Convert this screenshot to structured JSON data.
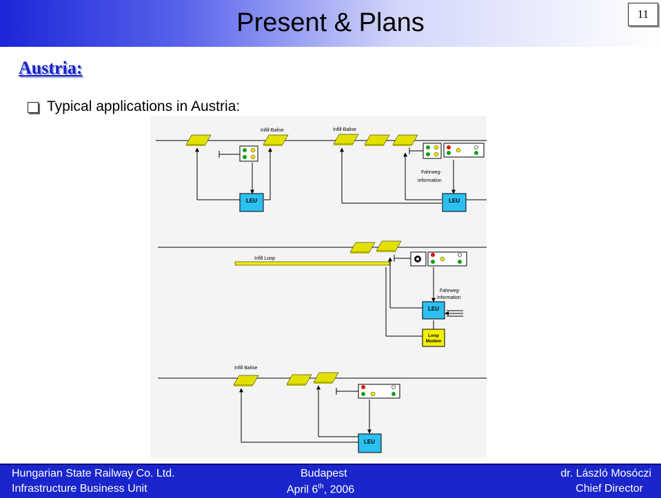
{
  "slide": {
    "title": "Present & Plans",
    "page_number": "11",
    "section": "Austria:",
    "bullet": "Typical applications in Austria:"
  },
  "diagram": {
    "labels": {
      "infill_balise_1": "Infill-Balise",
      "infill_balise_2": "Infill-Balise",
      "infill_balise_3": "Infill Balise",
      "infill_loop": "Infill Loop",
      "leu": "LEU",
      "fahrweg_line1": "Fahrweg-",
      "fahrweg_line2": "information",
      "loop_modem_line1": "Loop",
      "loop_modem_line2": "Modem"
    },
    "colors": {
      "balise": "#e2e000",
      "leu": "#2cc0f0",
      "modem": "#f4f000",
      "signal_red": "#e01010",
      "signal_green": "#10a010",
      "signal_yellow": "#f0e000"
    }
  },
  "footer": {
    "left1": "Hungarian State Railway Co. Ltd.",
    "left2": "Infrastructure Business Unit",
    "center1": "Budapest",
    "center2_pre": "April 6",
    "center2_sup": "th",
    "center2_post": ", 2006",
    "right1": "dr. László Mosóczi",
    "right2": "Chief Director"
  }
}
